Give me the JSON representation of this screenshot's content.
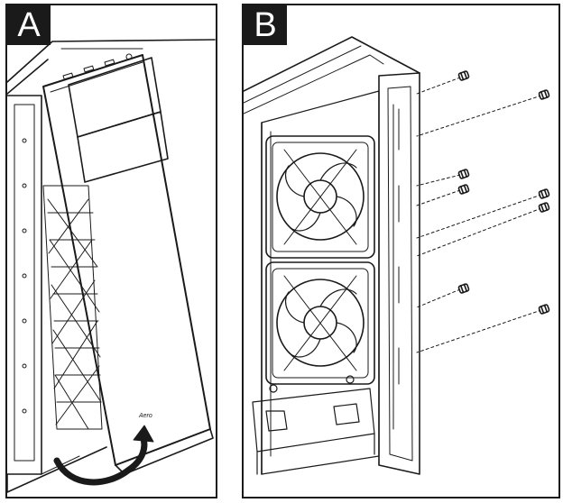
{
  "panels": [
    {
      "label": "A",
      "step": "remove-front-panel",
      "brand_mark": "Aero"
    },
    {
      "label": "B",
      "step": "mount-front-fans",
      "fan_count": 2,
      "screw_count": 8
    }
  ],
  "colors": {
    "line": "#1a1a1a",
    "tag_bg": "#1a1a1a",
    "tag_text": "#ffffff",
    "background": "#ffffff"
  },
  "icons": [
    "curved-arrow-icon",
    "screw-icon",
    "fan-icon"
  ]
}
